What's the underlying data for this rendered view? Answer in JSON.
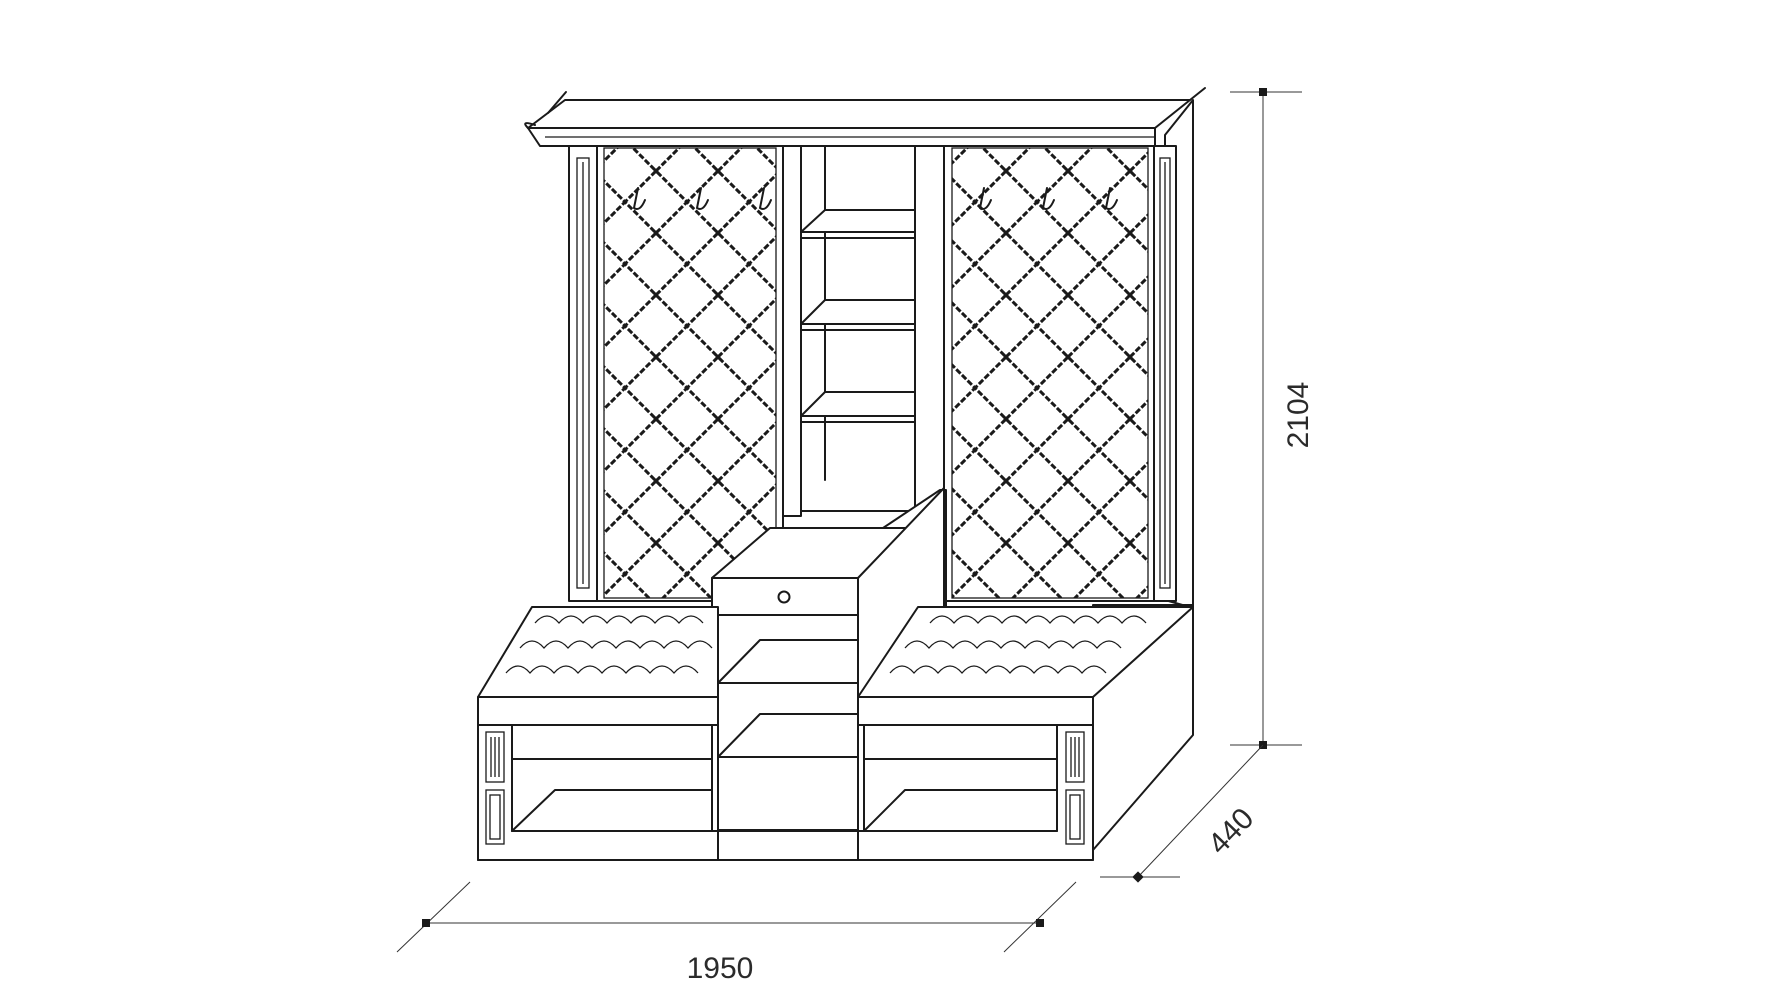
{
  "dimensions": {
    "width": "1950",
    "height": "2104",
    "depth": "440"
  }
}
